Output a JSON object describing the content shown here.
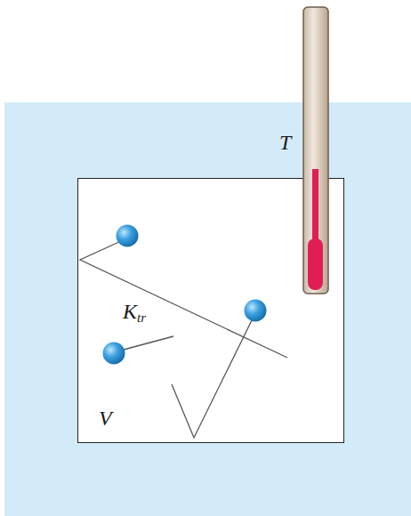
{
  "diagram": {
    "nodes": [
      {
        "text": [
          "V"
        ]
      }
    ],
    "labels": [
      "T",
      "K",
      "tr"
    ]
  }
}
